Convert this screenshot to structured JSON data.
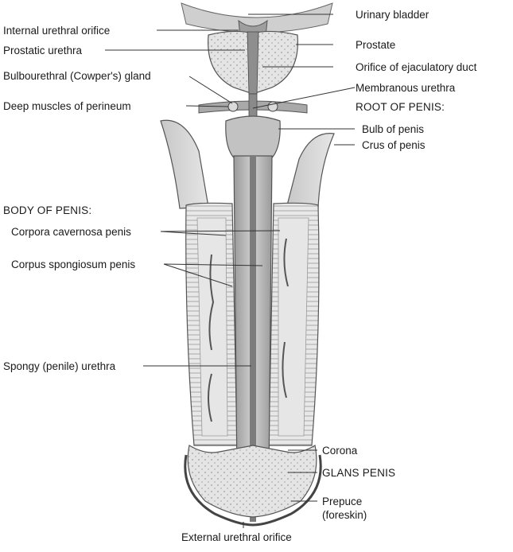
{
  "diagram": {
    "labels": {
      "urinary_bladder": "Urinary bladder",
      "internal_urethral_orifice": "Internal urethral orifice",
      "prostate": "Prostate",
      "prostatic_urethra": "Prostatic urethra",
      "orifice_ejaculatory_duct": "Orifice of ejaculatory duct",
      "bulbourethral_gland": "Bulbourethral (Cowper's) gland",
      "membranous_urethra": "Membranous urethra",
      "deep_muscles_perineum": "Deep muscles of perineum",
      "root_of_penis": "ROOT OF PENIS:",
      "bulb_of_penis": "Bulb of penis",
      "crus_of_penis": "Crus of penis",
      "body_of_penis": "BODY OF PENIS:",
      "corpora_cavernosa": "Corpora cavernosa penis",
      "corpus_spongiosum": "Corpus spongiosum penis",
      "spongy_urethra": "Spongy (penile) urethra",
      "corona": "Corona",
      "glans_penis": "GLANS PENIS",
      "prepuce": "Prepuce",
      "foreskin": "(foreskin)",
      "external_urethral_orifice": "External urethral orifice"
    },
    "colors": {
      "tissue_light": "#d9d9d9",
      "tissue_mid": "#bdbdbd",
      "tissue_dark": "#8c8c8c",
      "outline": "#555555",
      "leader": "#333333"
    }
  }
}
